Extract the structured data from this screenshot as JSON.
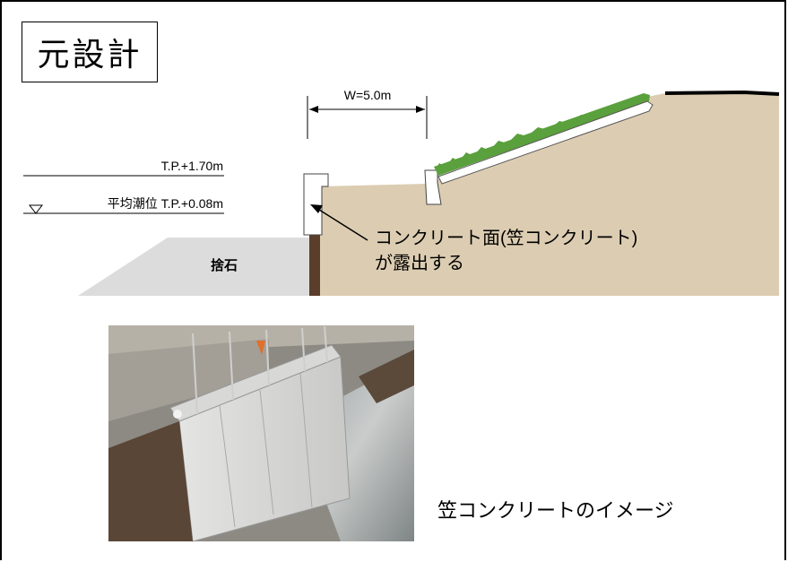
{
  "title": "元設計",
  "diagram": {
    "width_label": "W=5.0m",
    "level_high": "T.P.+1.70m",
    "level_mean": "平均潮位 T.P.+0.08m",
    "rubble_label": "捨石",
    "callout_line1": "コンクリート面(笠コンクリート)",
    "callout_line2": "が露出する"
  },
  "photo_caption": "笠コンクリートのイメージ",
  "colors": {
    "soil": "#DCCDB2",
    "rubble": "#DCDCDC",
    "wall": "#5A3E2B",
    "grass": "#5AA03C"
  }
}
